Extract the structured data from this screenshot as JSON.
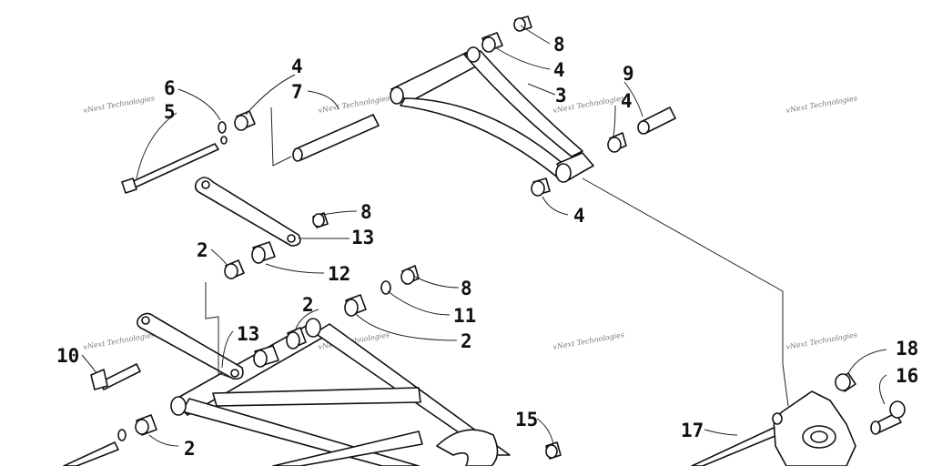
{
  "diagram": {
    "watermark_text": "vNext Technologies",
    "callouts": {
      "c8a": "8",
      "c4a": "4",
      "c3": "3",
      "c9": "9",
      "c4b": "4",
      "c4c": "4",
      "c6": "6",
      "c5": "5",
      "c4d": "4",
      "c7": "7",
      "c8b": "8",
      "c13a": "13",
      "c2a": "2",
      "c12": "12",
      "c8c": "8",
      "c11": "11",
      "c2b": "2",
      "c2c": "2",
      "c13b": "13",
      "c10": "10",
      "c15": "15",
      "c2d": "2",
      "c17": "17",
      "c18": "18",
      "c16": "16"
    }
  }
}
